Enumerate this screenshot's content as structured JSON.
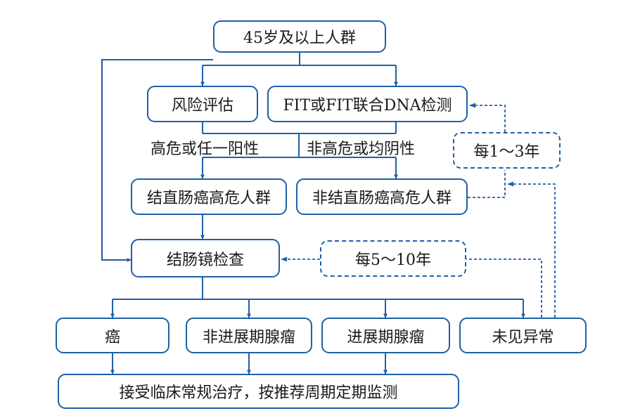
{
  "colors": {
    "line": "#1f5fa8",
    "text": "#1a1a1a"
  },
  "nodes": {
    "start": "45岁及以上人群",
    "risk_assessment": "风险评估",
    "fit_test": "FIT或FIT联合DNA检测",
    "high_risk_group": "结直肠癌高危人群",
    "non_high_risk_group": "非结直肠癌高危人群",
    "colonoscopy": "结肠镜检查",
    "cancer": "癌",
    "non_advanced_adenoma": "非进展期腺瘤",
    "advanced_adenoma": "进展期腺瘤",
    "no_abnormality": "未见异常",
    "treatment": "接受临床常规治疗，按推荐周期定期监测"
  },
  "edge_labels": {
    "high_or_positive": "高危或任一阳性",
    "non_high_or_negative": "非高危或均阴性",
    "every_1_3_years": "每1～3年",
    "every_5_10_years": "每5～10年"
  }
}
